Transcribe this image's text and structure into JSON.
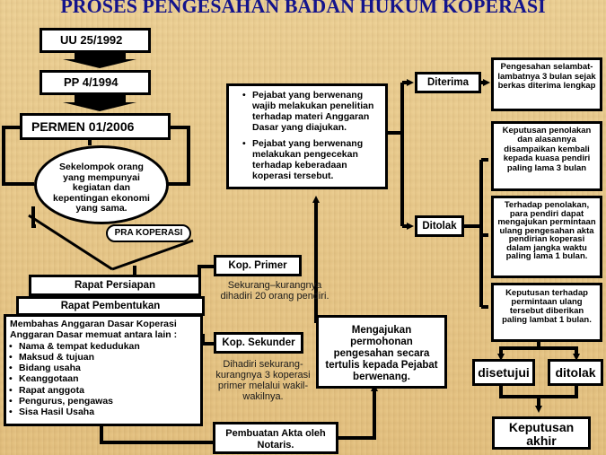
{
  "title": "PROSES PENGESAHAN BADAN HUKUM KOPERASI",
  "legal": {
    "uu": "UU 25/1992",
    "pp": "PP 4/1994",
    "permen": "PERMEN 01/2006"
  },
  "group_ellipse": "Sekelompok orang yang mempunyai kegiatan dan kepentingan ekonomi yang sama.",
  "pra_koperasi": "PRA KOPERASI",
  "rapat_persiapan": "Rapat Persiapan",
  "rapat_pembentukan": "Rapat Pembentukan",
  "anggaran": {
    "intro": "Membahas Anggaran Dasar Koperasi Anggaran Dasar memuat antara lain :",
    "items": [
      "Nama & tempat kedudukan",
      "Maksud & tujuan",
      "Bidang usaha",
      "Keanggotaan",
      "Rapat anggota",
      "Pengurus, pengawas",
      "Sisa Hasil Usaha"
    ]
  },
  "kop_primer": {
    "label": "Kop. Primer",
    "desc": "Sekurang–kurangnya dihadiri 20 orang pendiri."
  },
  "kop_sekunder": {
    "label": "Kop. Sekunder",
    "desc": "Dihadiri sekurang-kurangnya 3 koperasi primer melalui wakil-wakilnya."
  },
  "akta": "Pembuatan Akta oleh Notaris.",
  "mengajukan": "Mengajukan permohonan pengesahan secara tertulis kepada Pejabat berwenang.",
  "pejabat": {
    "items": [
      "Pejabat yang berwenang wajib melakukan penelitian terhadap materi Anggaran Dasar  yang diajukan.",
      "Pejabat yang berwenang melakukan pengecekan terhadap keberadaan koperasi tersebut."
    ]
  },
  "diterima": "Diterima",
  "ditolak": "Ditolak",
  "pengesahan": "Pengesahan selambat-lambatnya 3 bulan sejak berkas diterima lengkap",
  "keputusan_penolakan": "Keputusan penolakan dan alasannya disampaikan kembali kepada kuasa pendiri paling lama 3 bulan",
  "terhadap_penolakan": "Terhadap penolakan, para pendiri dapat mengajukan permintaan ulang pengesahan akta pendirian koperasi dalam jangka waktu paling lama 1 bulan.",
  "keputusan_permintaan": "Keputusan terhadap permintaan ulang tersebut diberikan paling lambat 1 bulan.",
  "disetujui": "disetujui",
  "ditolak2": "ditolak",
  "keputusan_akhir": "Keputusan akhir"
}
